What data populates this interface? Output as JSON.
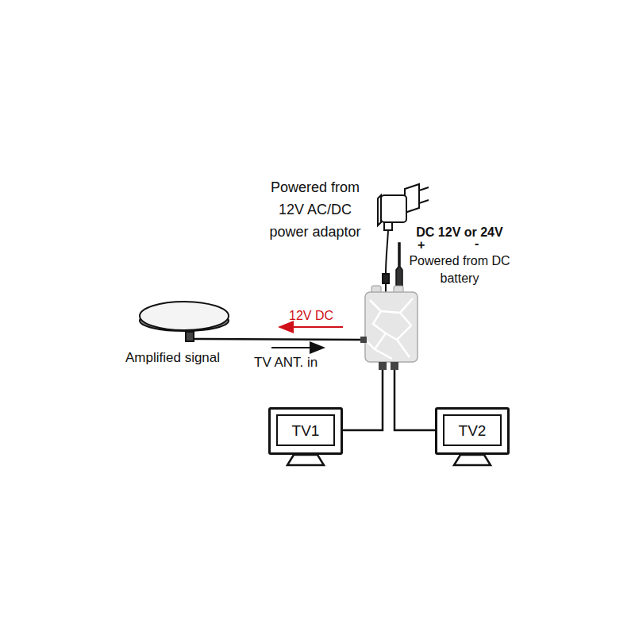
{
  "diagram": {
    "nodes": [
      {
        "text": [
          "TV1"
        ]
      },
      {
        "text": [
          "TV2"
        ]
      }
    ],
    "labels": [
      "Powered from 12V AC/DC power adaptor",
      "DC 12V or 24V",
      "+",
      "-",
      "Powered from DC battery",
      "12V DC",
      "Amplified signal",
      "TV ANT. in"
    ]
  }
}
